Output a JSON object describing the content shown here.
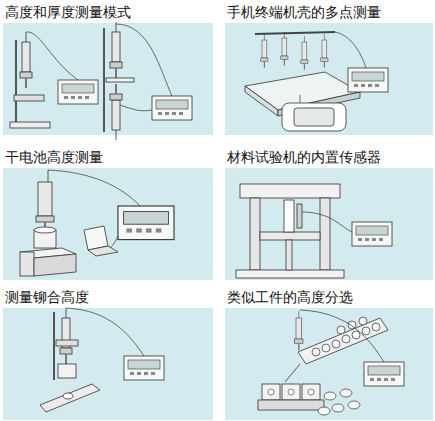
{
  "diagram": {
    "nodes": [
      {
        "text": [
          "高度和厚度测量模式"
        ]
      },
      {
        "text": [
          "手机终端机壳的多点测量"
        ]
      },
      {
        "text": [
          "干电池高度测量"
        ]
      },
      {
        "text": [
          "材料试验机的内置传感器"
        ]
      },
      {
        "text": [
          "测量铆合高度"
        ]
      },
      {
        "text": [
          "类似工件的高度分选"
        ]
      }
    ]
  }
}
